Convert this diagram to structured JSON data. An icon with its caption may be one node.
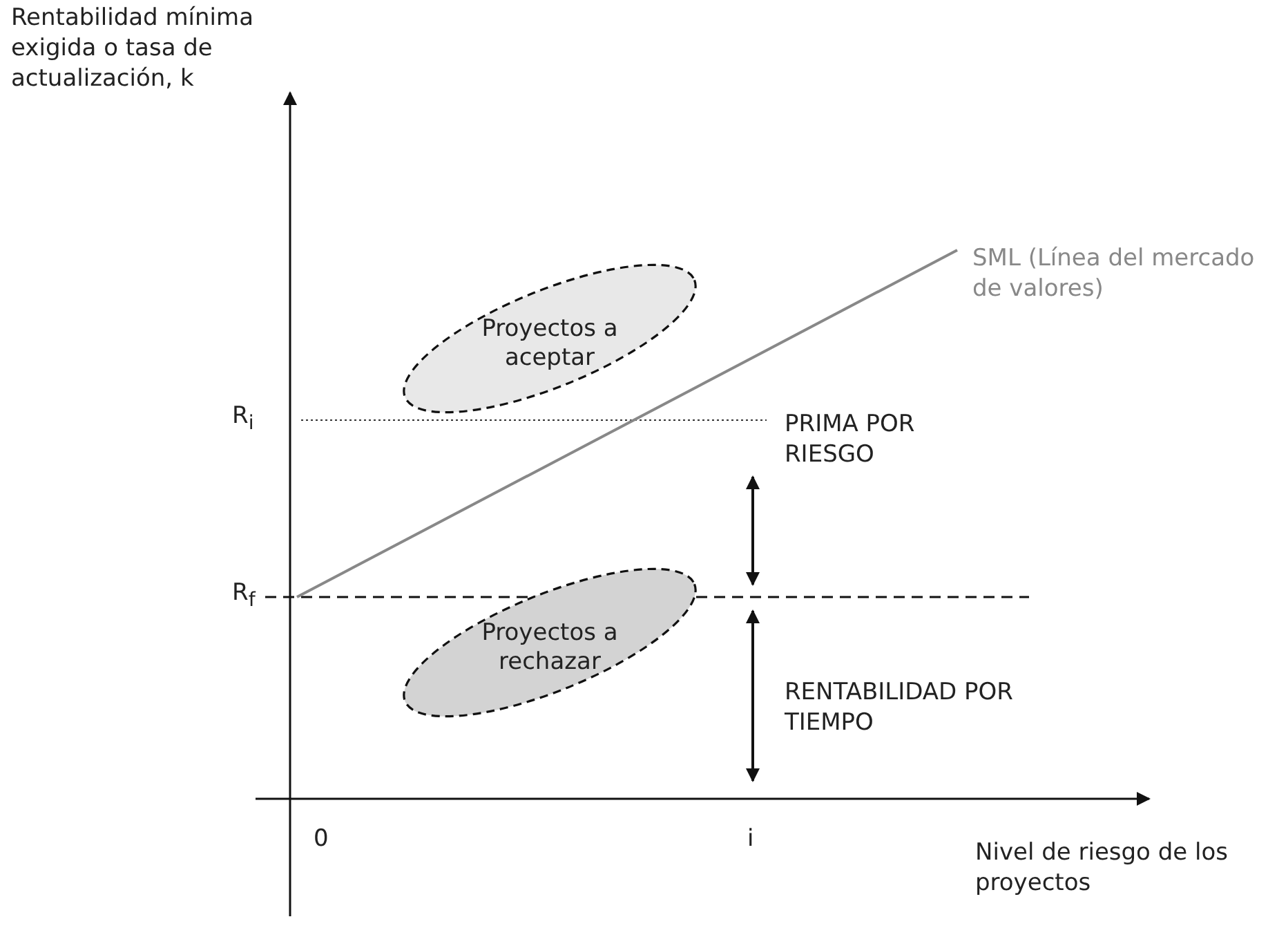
{
  "diagram": {
    "nodes": [
      {
        "text": [
          "Proyectos a aceptar"
        ]
      },
      {
        "text": [
          "Proyectos a rechazar"
        ]
      }
    ],
    "labels": [
      "Rentabilidad mínima exigida o tasa de actualización, k",
      "SML (Línea del mercado de valores)",
      "R$_{i}$",
      "PRIMA POR RIESGO",
      "R$_{f}$",
      "RENTABILIDAD POR TIEMPO",
      "0",
      "i",
      "Nivel de riesgo de los proyectos"
    ]
  }
}
